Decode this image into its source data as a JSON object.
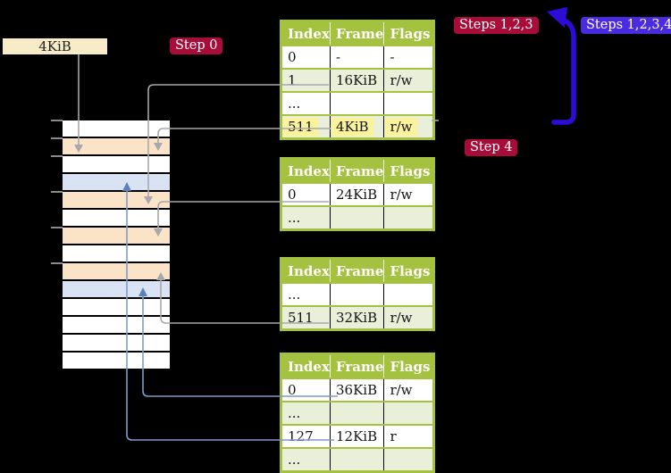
{
  "labels": {
    "memory_address": "4KiB"
  },
  "badges": {
    "step0": "Step 0",
    "steps123": "Steps 1,2,3",
    "steps1234": "Steps 1,2,3,4",
    "step4": "Step 4"
  },
  "memory_stack": {
    "description": "physical-memory-frame-column",
    "rows": [
      {
        "color": "white"
      },
      {
        "color": "peach"
      },
      {
        "color": "white"
      },
      {
        "color": "blue"
      },
      {
        "color": "peach"
      },
      {
        "color": "white"
      },
      {
        "color": "peach"
      },
      {
        "color": "white"
      },
      {
        "color": "peach"
      },
      {
        "color": "blue"
      },
      {
        "color": "white"
      },
      {
        "color": "white"
      },
      {
        "color": "white"
      },
      {
        "color": "white"
      }
    ]
  },
  "tables": [
    {
      "headers": [
        "Index",
        "Frame",
        "Flags"
      ],
      "rows": [
        {
          "cells": [
            "0",
            "-",
            "-"
          ],
          "alt": false,
          "highlight": false
        },
        {
          "cells": [
            "1",
            "16KiB",
            "r/w"
          ],
          "alt": true,
          "highlight": false
        },
        {
          "cells": [
            "...",
            "",
            ""
          ],
          "alt": false,
          "highlight": false
        },
        {
          "cells": [
            "511",
            "4KiB",
            "r/w"
          ],
          "alt": true,
          "highlight": true
        }
      ]
    },
    {
      "headers": [
        "Index",
        "Frame",
        "Flags"
      ],
      "rows": [
        {
          "cells": [
            "0",
            "24KiB",
            "r/w"
          ],
          "alt": false,
          "highlight": false
        },
        {
          "cells": [
            "...",
            "",
            ""
          ],
          "alt": true,
          "highlight": false
        }
      ]
    },
    {
      "headers": [
        "Index",
        "Frame",
        "Flags"
      ],
      "rows": [
        {
          "cells": [
            "...",
            "",
            ""
          ],
          "alt": false,
          "highlight": false
        },
        {
          "cells": [
            "511",
            "32KiB",
            "r/w"
          ],
          "alt": true,
          "highlight": false
        }
      ]
    },
    {
      "headers": [
        "Index",
        "Frame",
        "Flags"
      ],
      "rows": [
        {
          "cells": [
            "0",
            "36KiB",
            "r/w"
          ],
          "alt": false,
          "highlight": false
        },
        {
          "cells": [
            "...",
            "",
            ""
          ],
          "alt": true,
          "highlight": false
        },
        {
          "cells": [
            "127",
            "12KiB",
            "r"
          ],
          "alt": false,
          "highlight": false
        },
        {
          "cells": [
            "...",
            "",
            ""
          ],
          "alt": true,
          "highlight": false
        }
      ]
    }
  ],
  "colors": {
    "table_header_green": "#a4c13f",
    "table_row_green": "#e9efd8",
    "frame_peach": "#fbe3c8",
    "frame_blue": "#d9e3f4",
    "highlight_yellow": "#fbf39c",
    "badge_crimson": "#a80c38",
    "badge_blue": "#4a2be0",
    "big_arrow_blue": "#2e0bd9",
    "link_gray": "#a8a8ac",
    "link_blue": "#7e9cca",
    "label_cream": "#f8ecc8"
  }
}
